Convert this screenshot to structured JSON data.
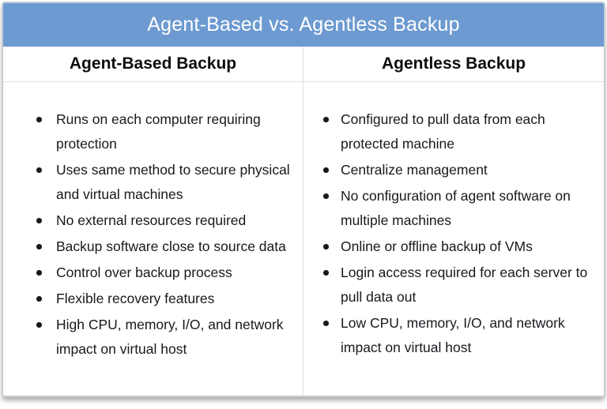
{
  "title": "Agent-Based vs. Agentless Backup",
  "colors": {
    "header_bg": "#6d9ad1",
    "header_text": "#ffffff",
    "col_header_text": "#0d0d0d",
    "body_text": "#17191e",
    "border": "#c8ccd1",
    "divider": "#dfdfdf",
    "card_bg": "#ffffff"
  },
  "columns": [
    {
      "header": "Agent-Based Backup",
      "items": [
        "Runs on each computer requiring protection",
        "Uses same method to secure physical and virtual machines",
        "No external resources required",
        "Backup software close to source data",
        "Control over backup process",
        "Flexible recovery features",
        "High CPU, memory, I/O, and network impact on virtual host"
      ]
    },
    {
      "header": "Agentless Backup",
      "items": [
        "Configured to pull data from each protected machine",
        "Centralize management",
        "No configuration of agent software on multiple machines",
        "Online or offline backup of VMs",
        "Login access required for each server to pull data out",
        "Low CPU, memory, I/O, and network impact on virtual host"
      ]
    }
  ]
}
